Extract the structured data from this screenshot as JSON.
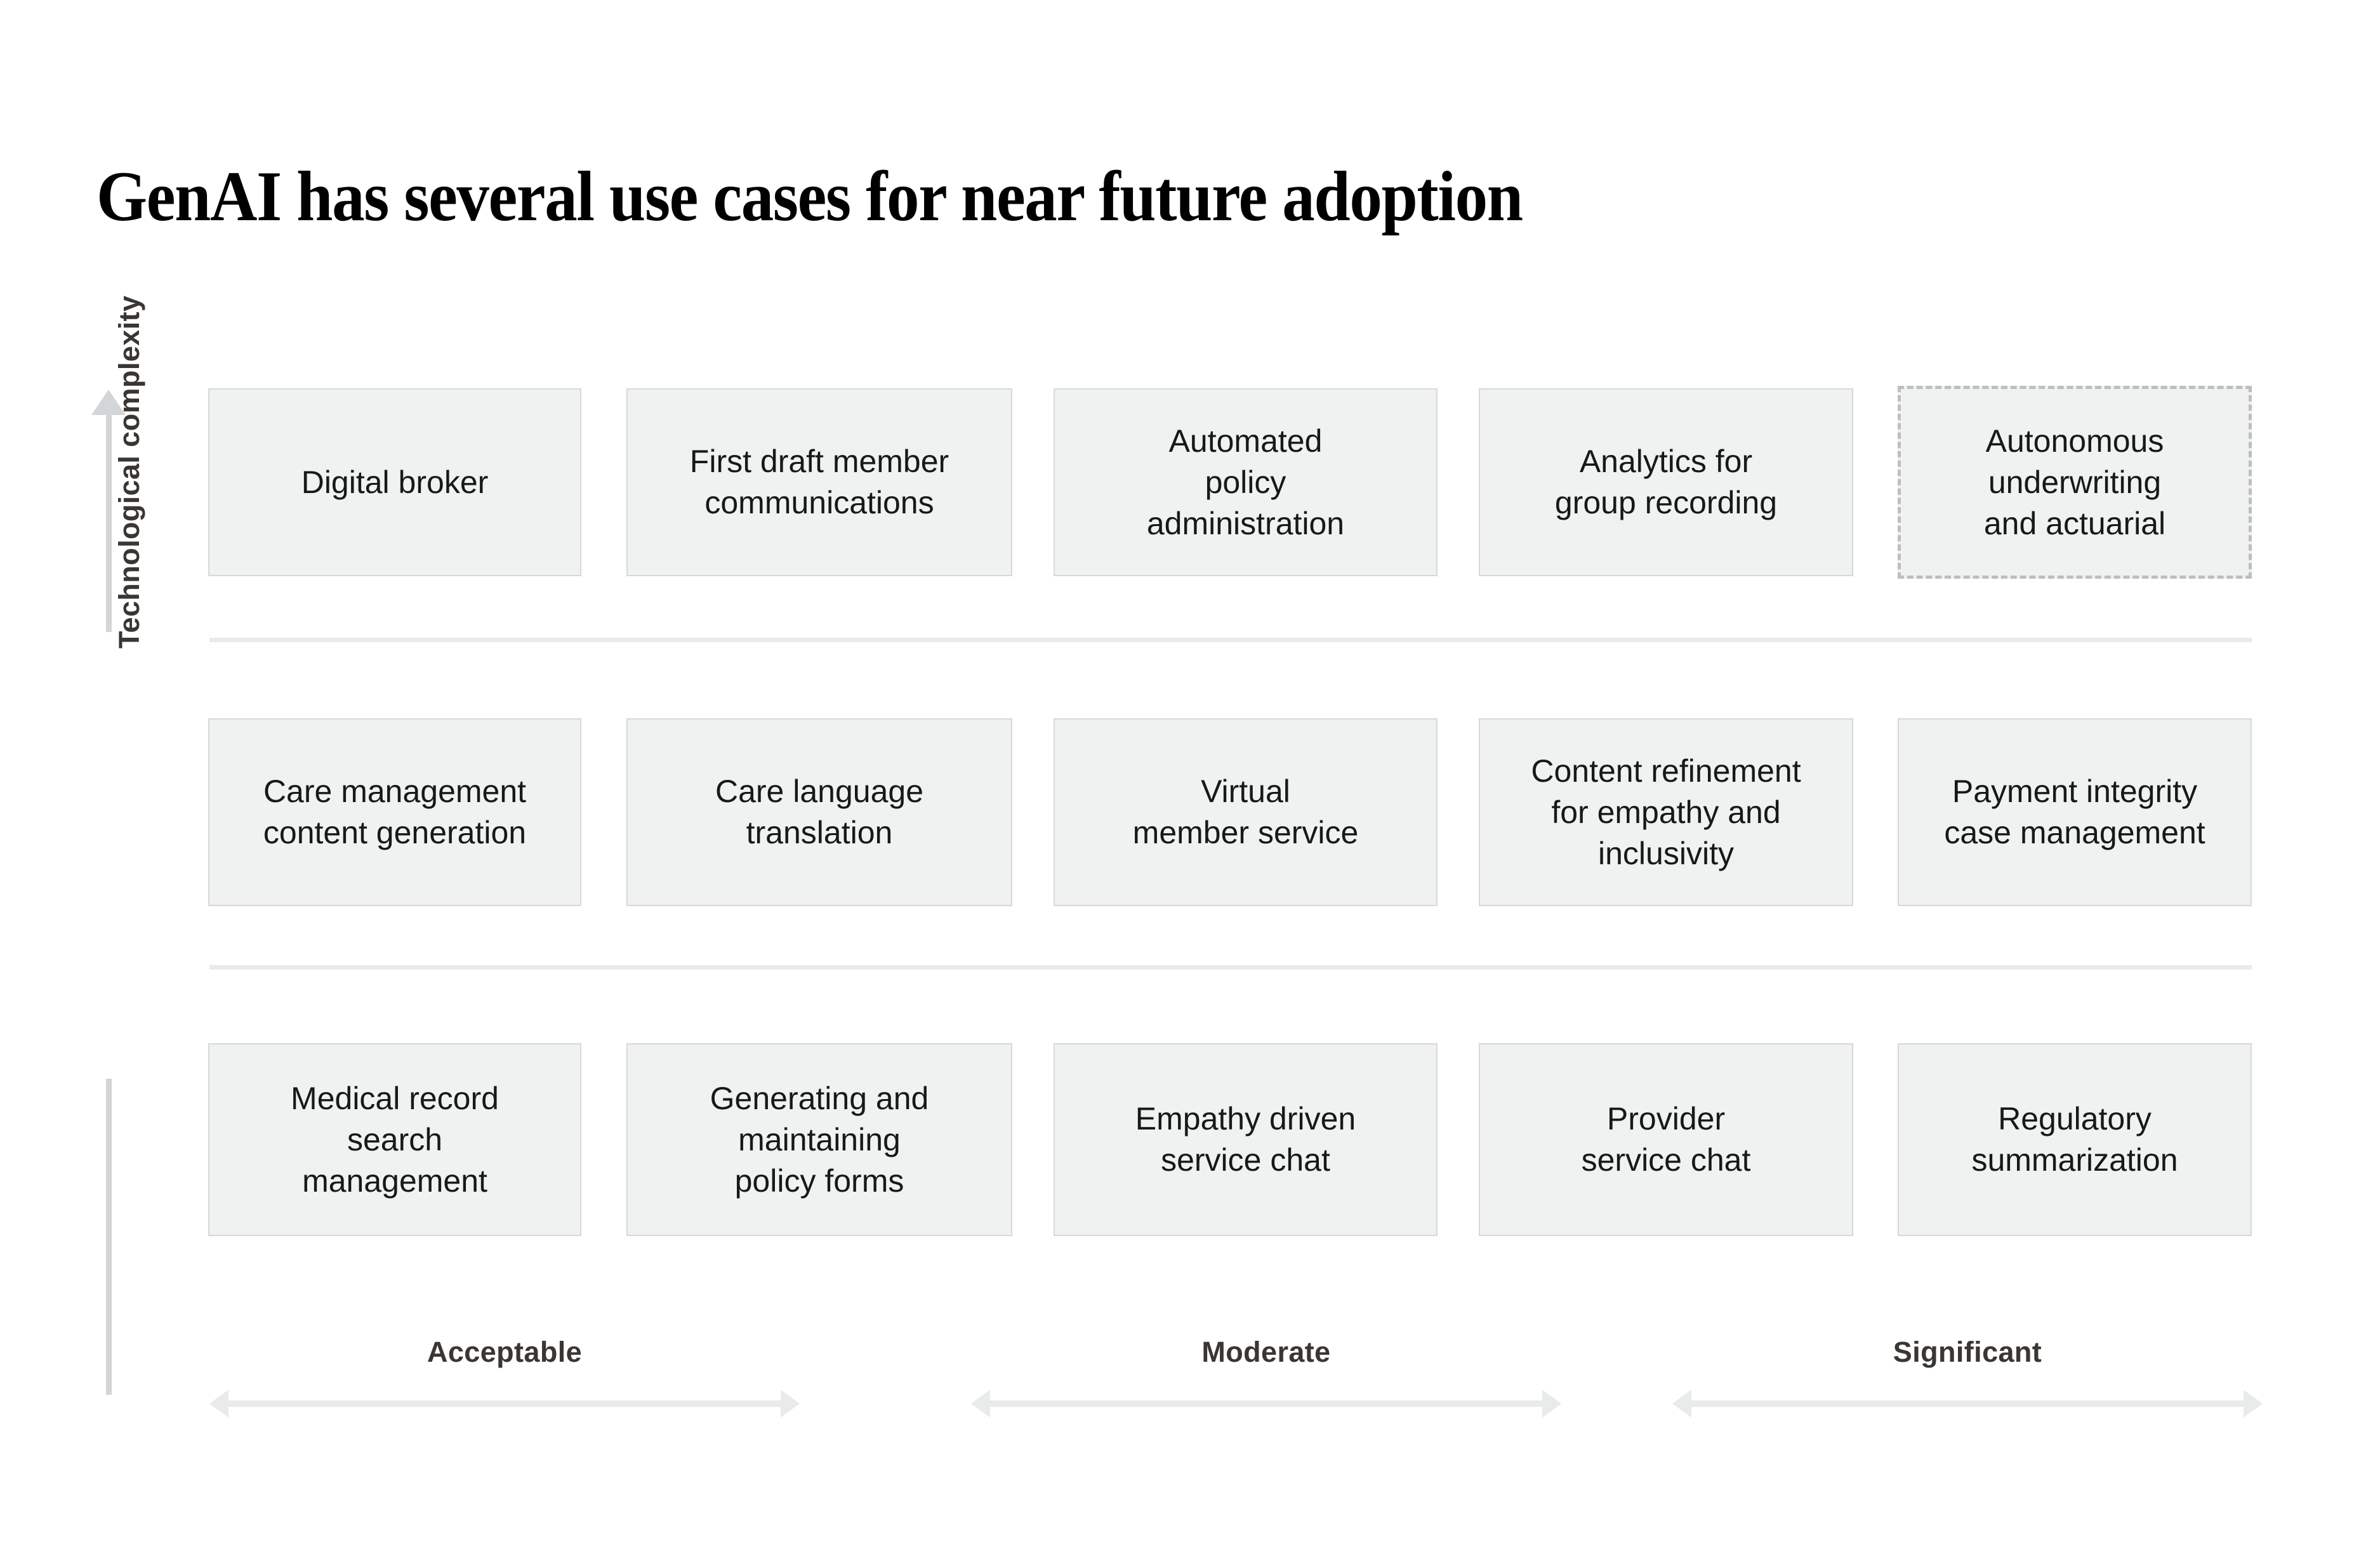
{
  "title": "GenAI has several use cases for near future adoption",
  "axes": {
    "y_label": "Technological complexity",
    "y_arrow_direction": "up",
    "x_bands": [
      {
        "label": "Acceptable"
      },
      {
        "label": "Moderate"
      },
      {
        "label": "Significant"
      }
    ]
  },
  "colors": {
    "card_fill": "#f0f1f1",
    "card_border": "#d6d8da",
    "dashed_border": "#bcbec0",
    "axis_grey": "#d3d5d7",
    "rule_grey": "#e8eaeb",
    "text_dark": "#17181a",
    "label_dark": "#3a3632",
    "page_background": "#ffffff"
  },
  "matrix": {
    "rows": [
      {
        "row_index": 0,
        "complexity": "high",
        "cards": [
          {
            "label": "Digital broker",
            "style": "solid"
          },
          {
            "label": "First draft member\ncommunications",
            "style": "solid"
          },
          {
            "label": "Automated\npolicy\nadministration",
            "style": "solid"
          },
          {
            "label": "Analytics for\ngroup recording",
            "style": "solid"
          },
          {
            "label": "Autonomous\nunderwriting\nand actuarial",
            "style": "dashed"
          }
        ]
      },
      {
        "row_index": 1,
        "complexity": "medium",
        "cards": [
          {
            "label": "Care management\ncontent generation",
            "style": "solid"
          },
          {
            "label": "Care language\ntranslation",
            "style": "solid"
          },
          {
            "label": "Virtual\nmember service",
            "style": "solid"
          },
          {
            "label": "Content refinement\nfor empathy and\ninclusivity",
            "style": "solid"
          },
          {
            "label": "Payment integrity\ncase management",
            "style": "solid"
          }
        ]
      },
      {
        "row_index": 2,
        "complexity": "low",
        "cards": [
          {
            "label": "Medical record\nsearch\nmanagement",
            "style": "solid"
          },
          {
            "label": "Generating and\nmaintaining\npolicy forms",
            "style": "solid"
          },
          {
            "label": "Empathy driven\nservice chat",
            "style": "solid"
          },
          {
            "label": "Provider\nservice chat",
            "style": "solid"
          },
          {
            "label": "Regulatory\nsummarization",
            "style": "solid"
          }
        ]
      }
    ]
  }
}
